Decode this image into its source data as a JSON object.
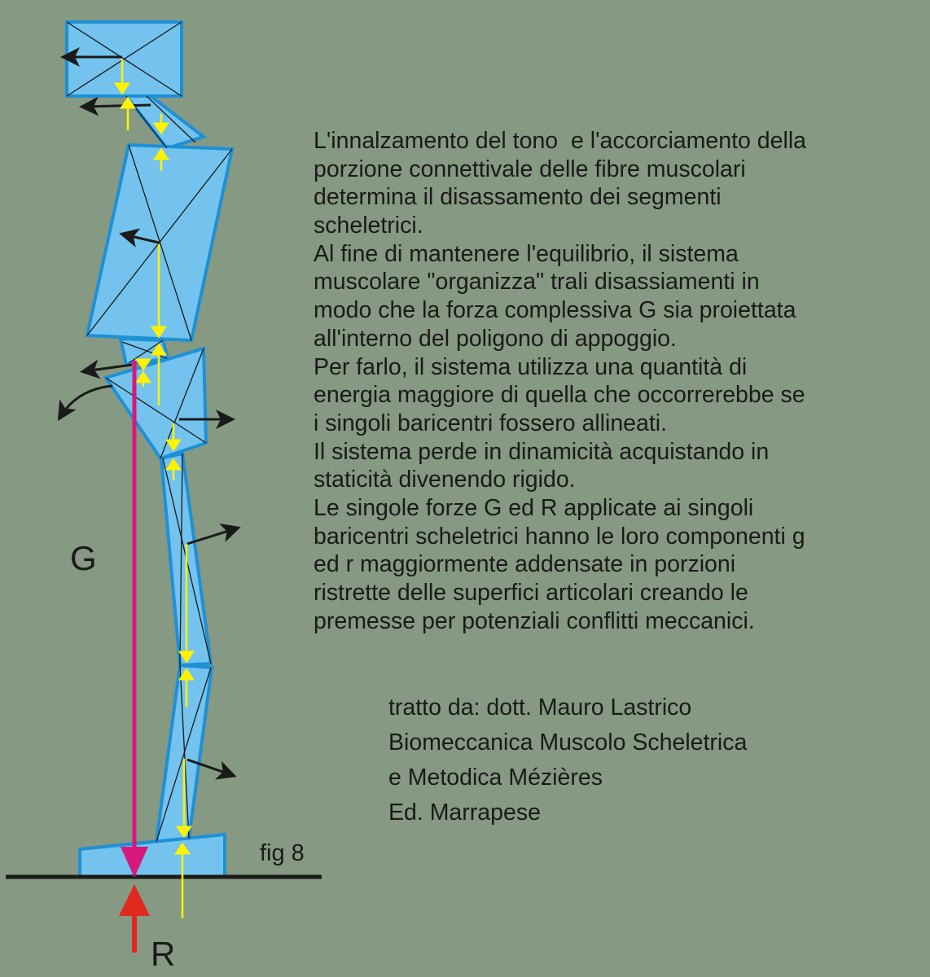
{
  "paragraph": [
    "L'innalzamento del tono  e l'accorciamento della",
    "porzione connettivale delle fibre muscolari",
    "determina il disassamento dei segmenti",
    "scheletrici.",
    "Al fine di mantenere l'equilibrio, il sistema",
    "muscolare \"organizza\" trali disassiamenti in",
    "modo che la forza complessiva G sia proiettata",
    "all'interno del poligono di appoggio.",
    "Per farlo, il sistema utilizza una quantità di",
    "energia maggiore di quella che occorrerebbe se",
    "i singoli baricentri fossero allineati.",
    "Il sistema perde in dinamicità acquistando in",
    "staticità divenendo rigido.",
    "Le singole forze G ed R applicate ai singoli",
    "baricentri scheletrici hanno le loro componenti g",
    "ed r maggiormente addensate in porzioni",
    "ristrette delle superfici articolari creando le",
    "premesse per potenziali conflitti meccanici."
  ],
  "credit": [
    "tratto da: dott. Mauro Lastrico",
    "Biomeccanica Muscolo Scheletrica",
    "e Metodica Mézières",
    "Ed. Marrapese"
  ],
  "labels": {
    "g": "G",
    "r": "R",
    "fig": "fig 8"
  },
  "colors": {
    "background": "#869982",
    "segment_fill": "#73c3ee",
    "segment_stroke": "#1e90d6",
    "g_force": "#d6197a",
    "r_force": "#e02a1e",
    "component": "#fff200",
    "ink": "#1a1a1a"
  }
}
